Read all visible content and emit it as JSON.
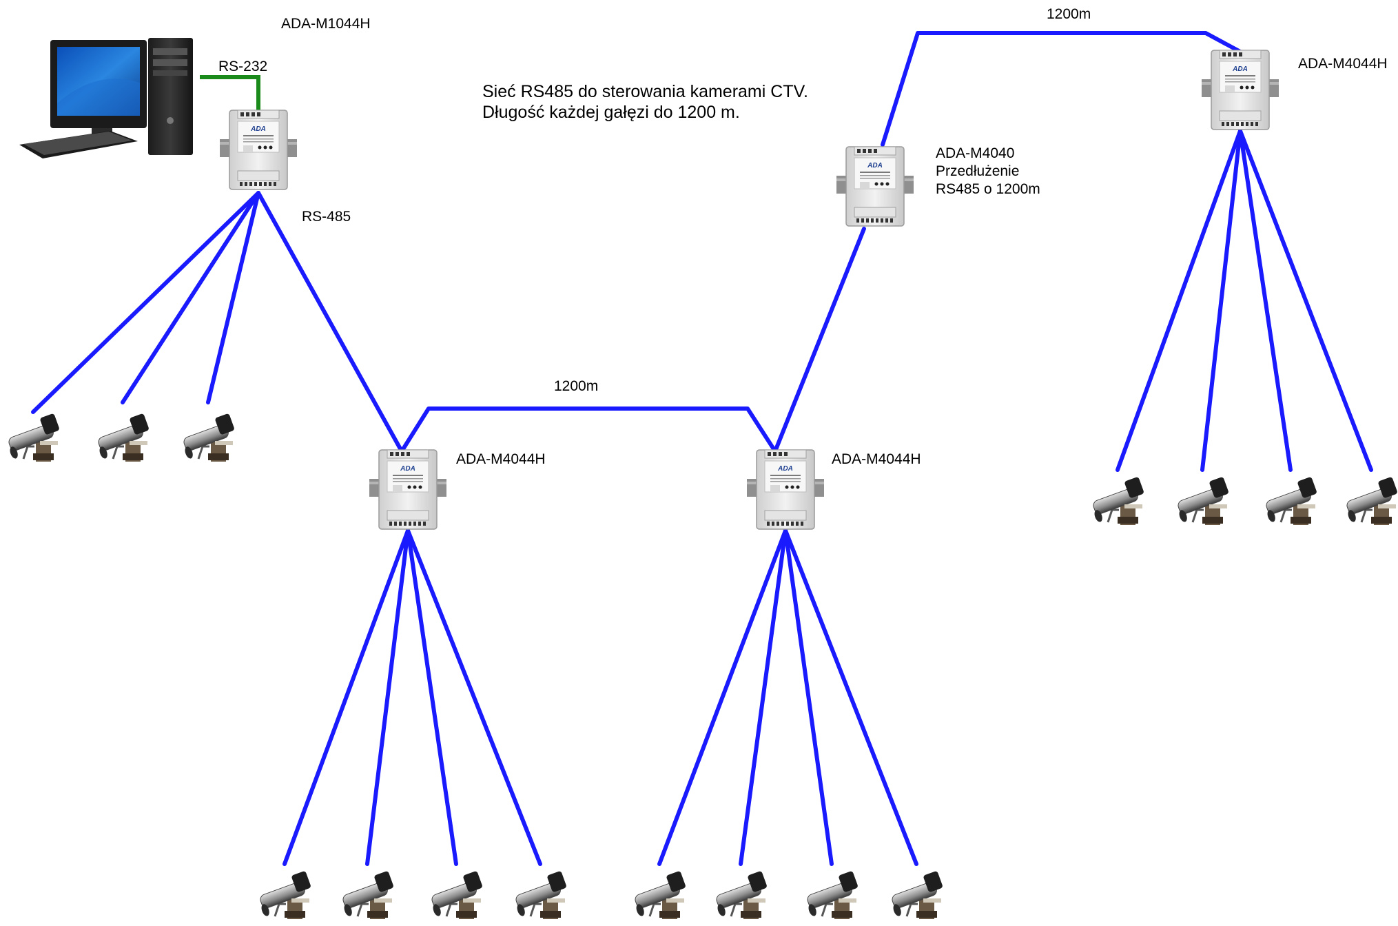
{
  "title": {
    "line1": "Sieć RS485 do sterowania kamerami CTV.",
    "line2": "Długość każdej gałęzi do 1200 m."
  },
  "labels": {
    "converter": "ADA-M1044H",
    "rs232": "RS-232",
    "rs485": "RS-485",
    "hub1": "ADA-M4044H",
    "hub2": "ADA-M4044H",
    "hub3": "ADA-M4044H",
    "repeater_line1": "ADA-M4040",
    "repeater_line2": "Przedłużenie",
    "repeater_line3": "RS485 o 1200m",
    "link_mid": "1200m",
    "link_top": "1200m"
  },
  "device_brand": "ADA",
  "colors": {
    "rs485_line": "#1a1aff",
    "rs232_line": "#1a8a1a",
    "module_body": "#dcdcdc",
    "din_rail": "#9a9a9a"
  },
  "icons": {
    "pc": "desktop-computer-icon",
    "module": "din-rail-module-icon",
    "camera": "cctv-camera-icon"
  }
}
